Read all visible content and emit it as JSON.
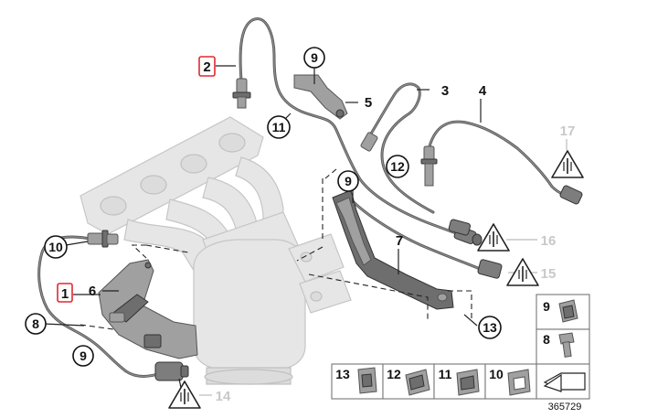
{
  "callouts": {
    "c1": "1",
    "c2": "2",
    "c3": "3",
    "c4": "4",
    "c5": "5",
    "c6": "6",
    "c7": "7",
    "c8": "8",
    "c9a": "9",
    "c9b": "9",
    "c9c": "9",
    "c10": "10",
    "c11": "11",
    "c12": "12",
    "c13": "13",
    "c14": "14",
    "c15": "15",
    "c16": "16",
    "c17": "17"
  },
  "legend": {
    "right_top": "9",
    "right_mid": "8",
    "bottom": [
      "13",
      "12",
      "11",
      "10"
    ]
  },
  "diagram_id": "365729",
  "colors": {
    "highlight": "#e0282f",
    "ghost_part": "#e6e6e6",
    "cable": "#5a5a5a",
    "grey_label": "#c8c8c8"
  },
  "icons": [
    "warning-triangle-icon",
    "lambda-sensor-icon",
    "connector-clip-icon",
    "bolt-icon",
    "arrow-icon"
  ]
}
